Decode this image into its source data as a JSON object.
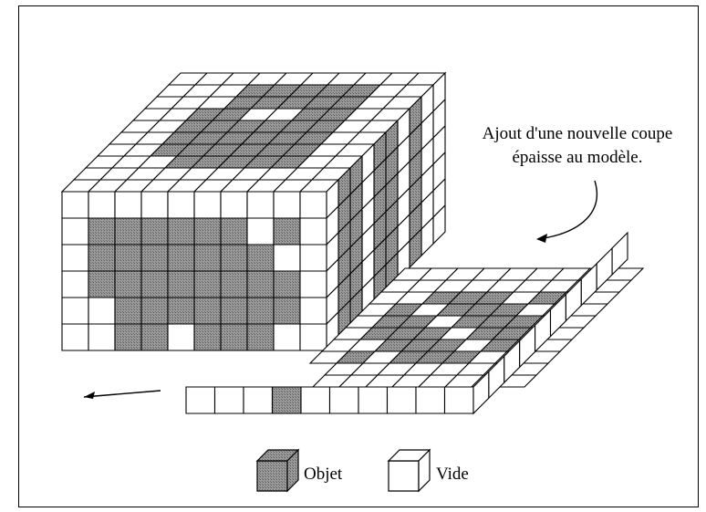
{
  "annotation": {
    "line1": "Ajout d'une nouvelle coupe",
    "line2": "épaisse au modèle."
  },
  "legend": {
    "filled_label": "Objet",
    "empty_label": "Vide"
  },
  "colors": {
    "filled": "#8a8a8a",
    "empty": "#ffffff",
    "stroke": "#000000"
  },
  "icons": [
    "arrow-left-icon",
    "curved-arrow-icon",
    "filled-voxel-icon",
    "empty-voxel-icon"
  ]
}
